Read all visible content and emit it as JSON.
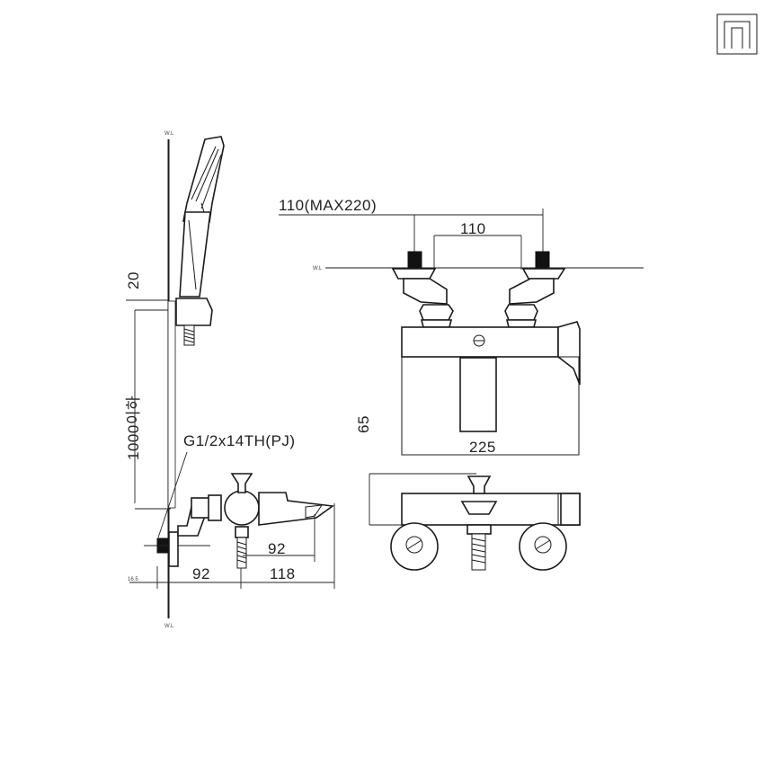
{
  "logo": {
    "name": "brand-logo"
  },
  "labels": {
    "wl": "W.L",
    "thread": "G1/2x14TH(PJ)",
    "height_range": "1000이하",
    "dim_20": "20",
    "dim_16_5": "16.5",
    "dim_92_bottom": "92",
    "dim_92_spout": "92",
    "dim_118": "118",
    "dim_110_max": "110(MAX220)",
    "dim_110": "110",
    "dim_65": "65",
    "dim_225": "225"
  }
}
